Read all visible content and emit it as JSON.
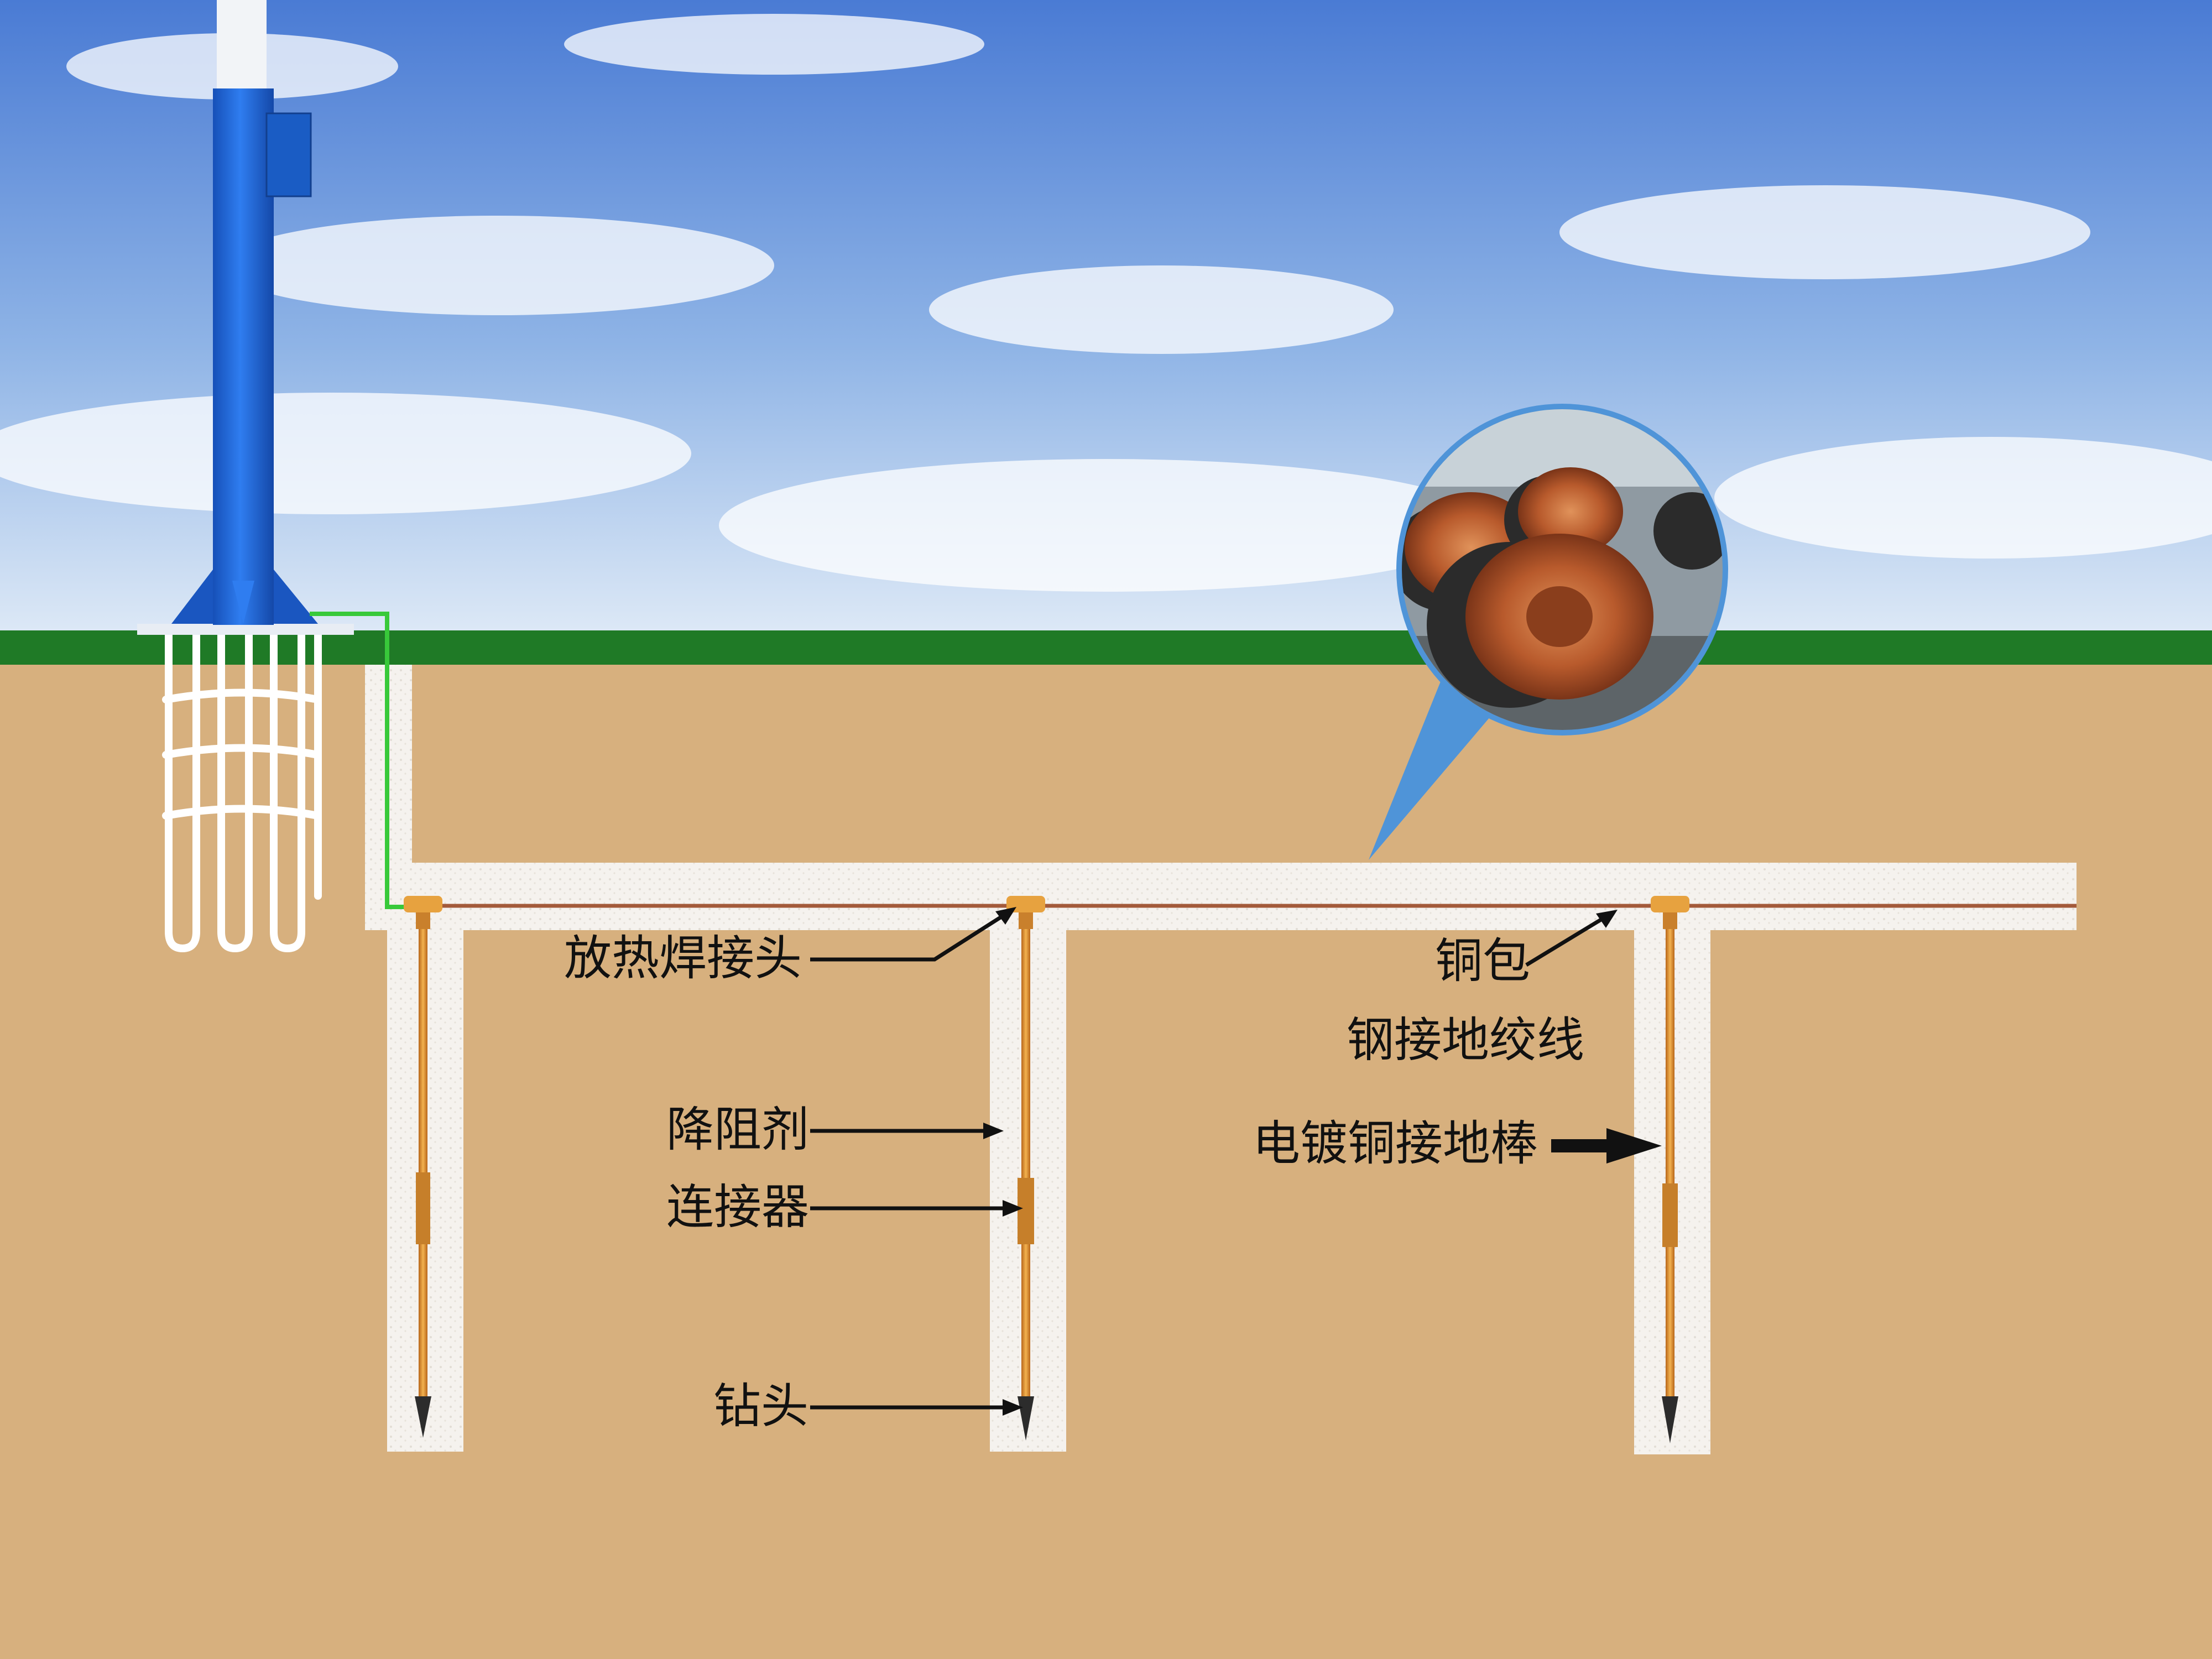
{
  "labels": {
    "exothermic_weld_joint": "放热焊接头",
    "resistance_reducer": "降阻剂",
    "connector": "连接器",
    "drill_tip": "钻头",
    "copper_clad_line1": "铜包",
    "copper_clad_line2": "钢接地绞线",
    "electroplated_copper_rod": "电镀铜接地棒"
  },
  "colors": {
    "sky_top": "#4d7fd6",
    "sky_bottom": "#d8e6f6",
    "grass": "#1f7a26",
    "soil": "#d7b07e",
    "fill_trench": "#f4f1ec",
    "pole": "#1e63d2",
    "copper": "#d98a2b",
    "ground_wire": "#38c93a",
    "callout": "#4f94d8"
  },
  "icons": {
    "callout": "copper-wire-reels-photo"
  }
}
